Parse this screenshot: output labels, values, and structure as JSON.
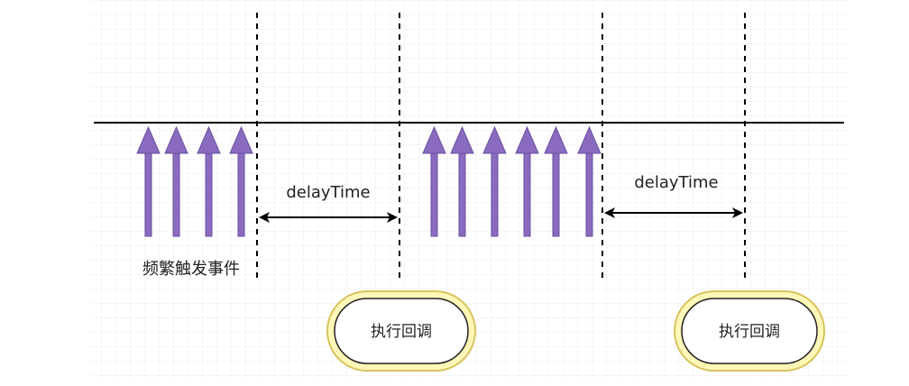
{
  "labels": {
    "delay_left": "delayTime",
    "delay_right": "delayTime",
    "frequent_events": "频繁触发事件",
    "callback_left": "执行回调",
    "callback_right": "执行回调"
  },
  "colors": {
    "arrow": "#8a6bbf",
    "grid": "#e9e9e9",
    "line": "#000000",
    "callback_outer_fill": "#fff7b8",
    "callback_outer_stroke": "#d8c45e"
  }
}
